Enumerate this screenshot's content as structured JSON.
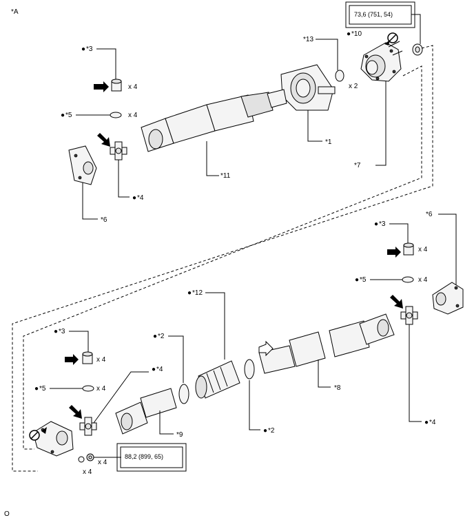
{
  "view_label": "*A",
  "bullet": "●",
  "callouts": {
    "c3_top": "*3",
    "c5_top": "*5",
    "c6_top": "*6",
    "c4_top": "*4",
    "c11": "*11",
    "c13": "*13",
    "c10": "*10",
    "c1": "*1",
    "c7": "*7",
    "c6_right": "*6",
    "c3_right": "*3",
    "c5_right": "*5",
    "c4_right": "*4",
    "c12": "*12",
    "c2_left": "*2",
    "c2_right": "*2",
    "c8": "*8",
    "c3_bottom": "*3",
    "c5_bottom": "*5",
    "c4_bottom": "*4",
    "c9": "*9"
  },
  "quantities": {
    "x4": "x 4",
    "x2": "x 2"
  },
  "torque_top": "73,6 (751, 54)",
  "torque_bottom": "88,2 (899, 65)",
  "footer_code": "O"
}
